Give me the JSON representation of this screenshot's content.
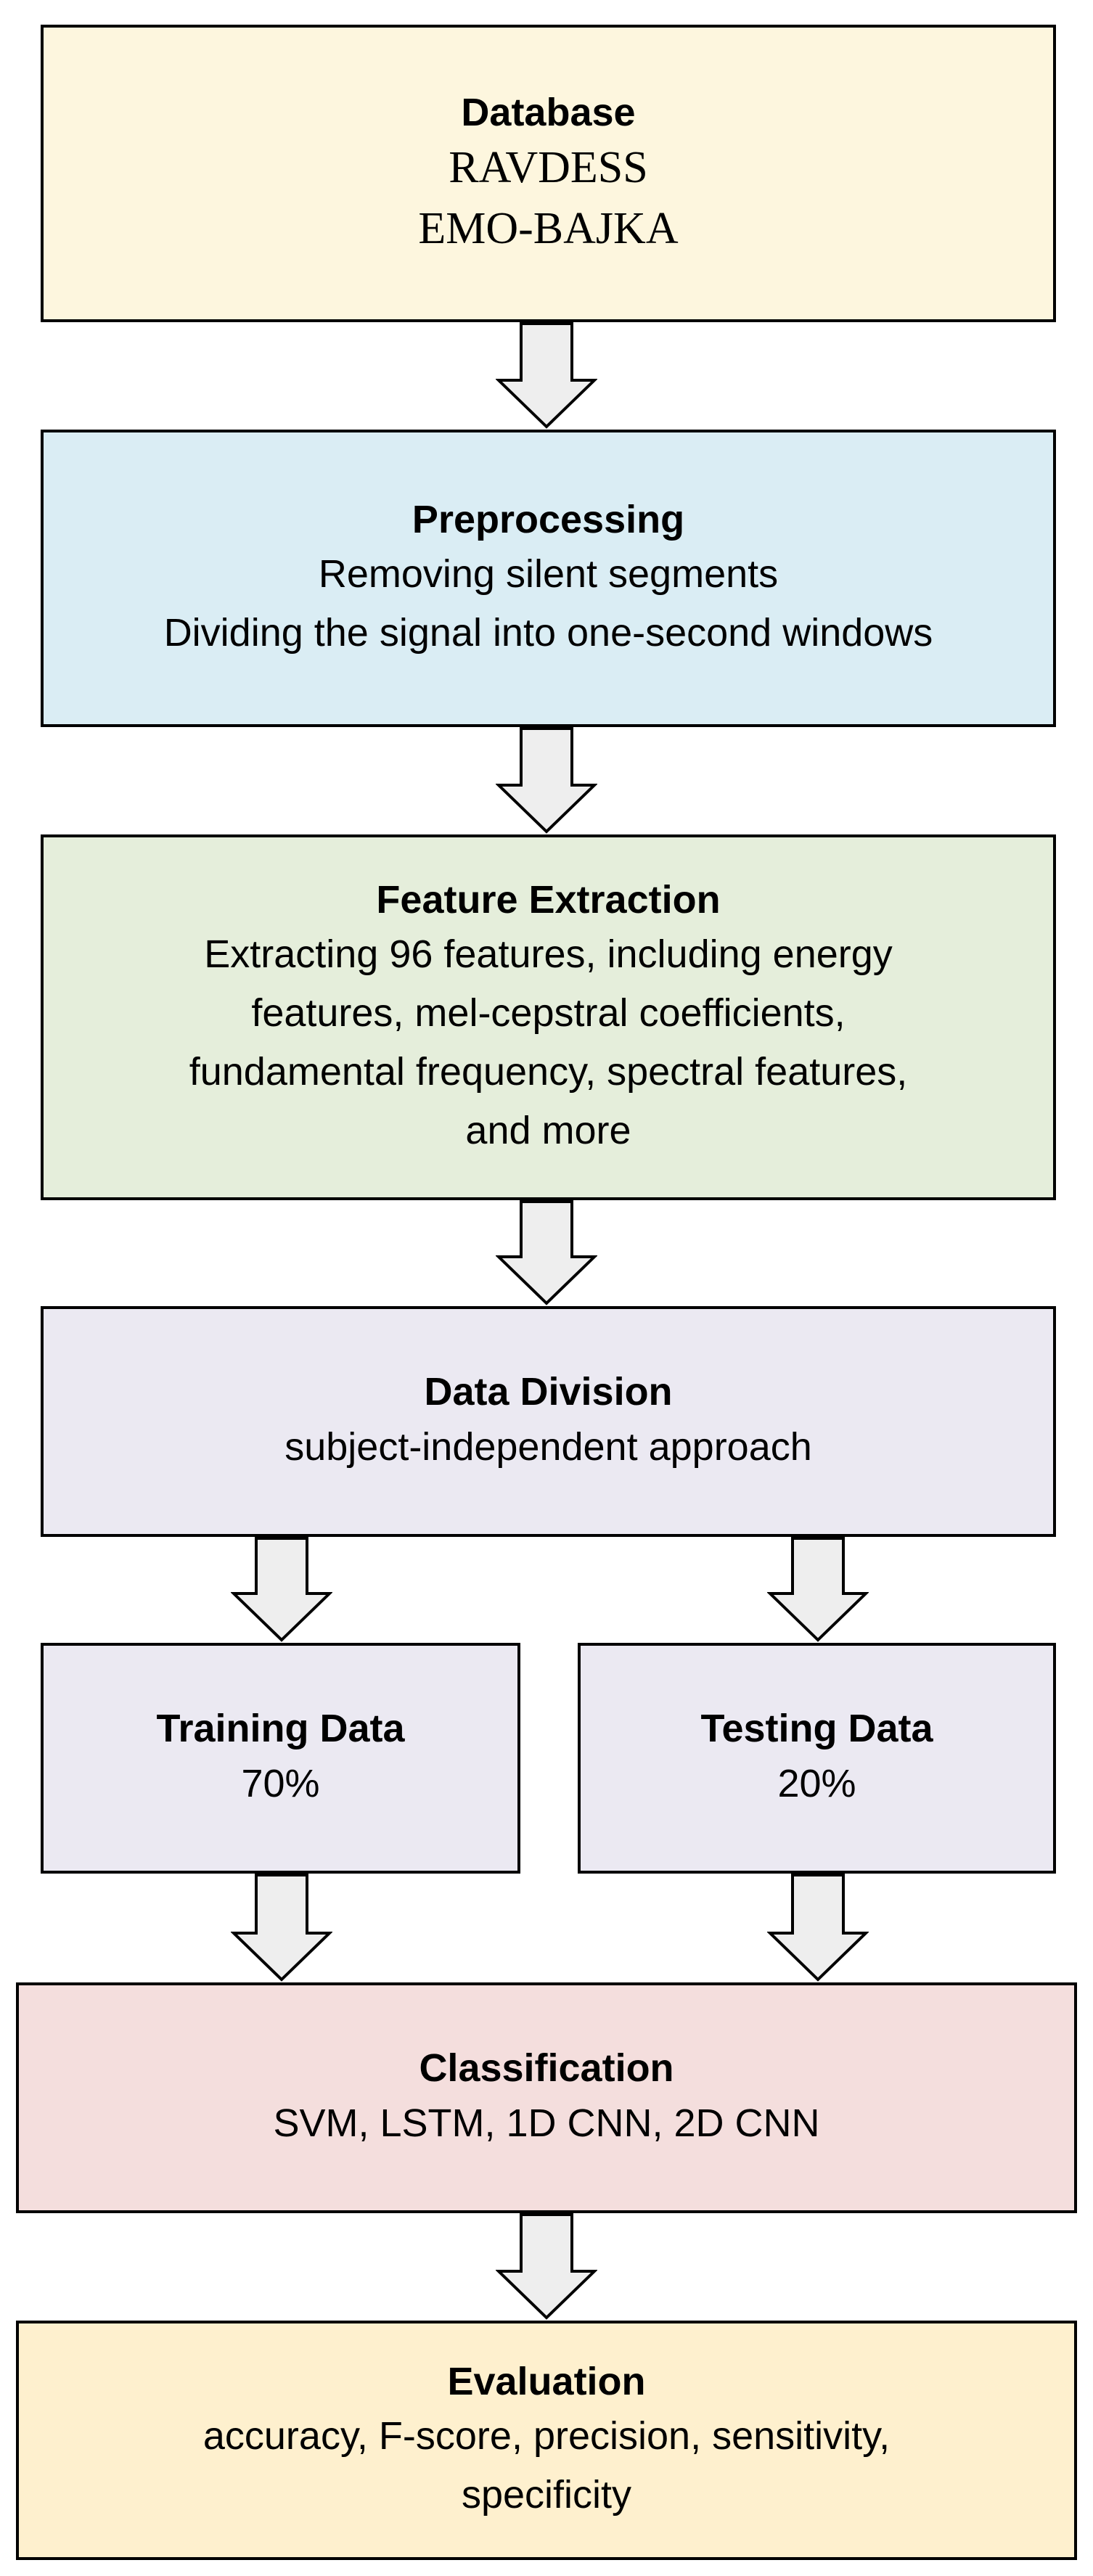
{
  "colors": {
    "database": "#fdf6de",
    "preprocessing": "#daedf4",
    "feature_extraction": "#e5eedb",
    "data_division": "#ebe9f2",
    "training": "#ebe9f2",
    "testing": "#ebe9f2",
    "classification": "#f4dedd",
    "evaluation": "#fef0ce",
    "arrow_fill": "#eeeeee",
    "border": "#000000"
  },
  "database": {
    "title": "Database",
    "lines": [
      "RAVDESS",
      "EMO-BAJKA"
    ]
  },
  "preprocessing": {
    "title": "Preprocessing",
    "lines": [
      "Removing silent segments",
      "Dividing the signal into one-second windows"
    ]
  },
  "feature_extraction": {
    "title": "Feature Extraction",
    "lines": [
      "Extracting 96 features, including energy",
      "features, mel-cepstral coefficients,",
      "fundamental frequency, spectral features,",
      "and more"
    ]
  },
  "data_division": {
    "title": "Data Division",
    "lines": [
      "subject-independent approach"
    ]
  },
  "training": {
    "title": "Training Data",
    "lines": [
      "70%"
    ]
  },
  "testing": {
    "title": "Testing Data",
    "lines": [
      "20%"
    ]
  },
  "classification": {
    "title": "Classification",
    "lines": [
      "SVM, LSTM, 1D CNN, 2D CNN"
    ]
  },
  "evaluation": {
    "title": "Evaluation",
    "lines": [
      "accuracy, F-score, precision, sensitivity,",
      "specificity"
    ]
  }
}
